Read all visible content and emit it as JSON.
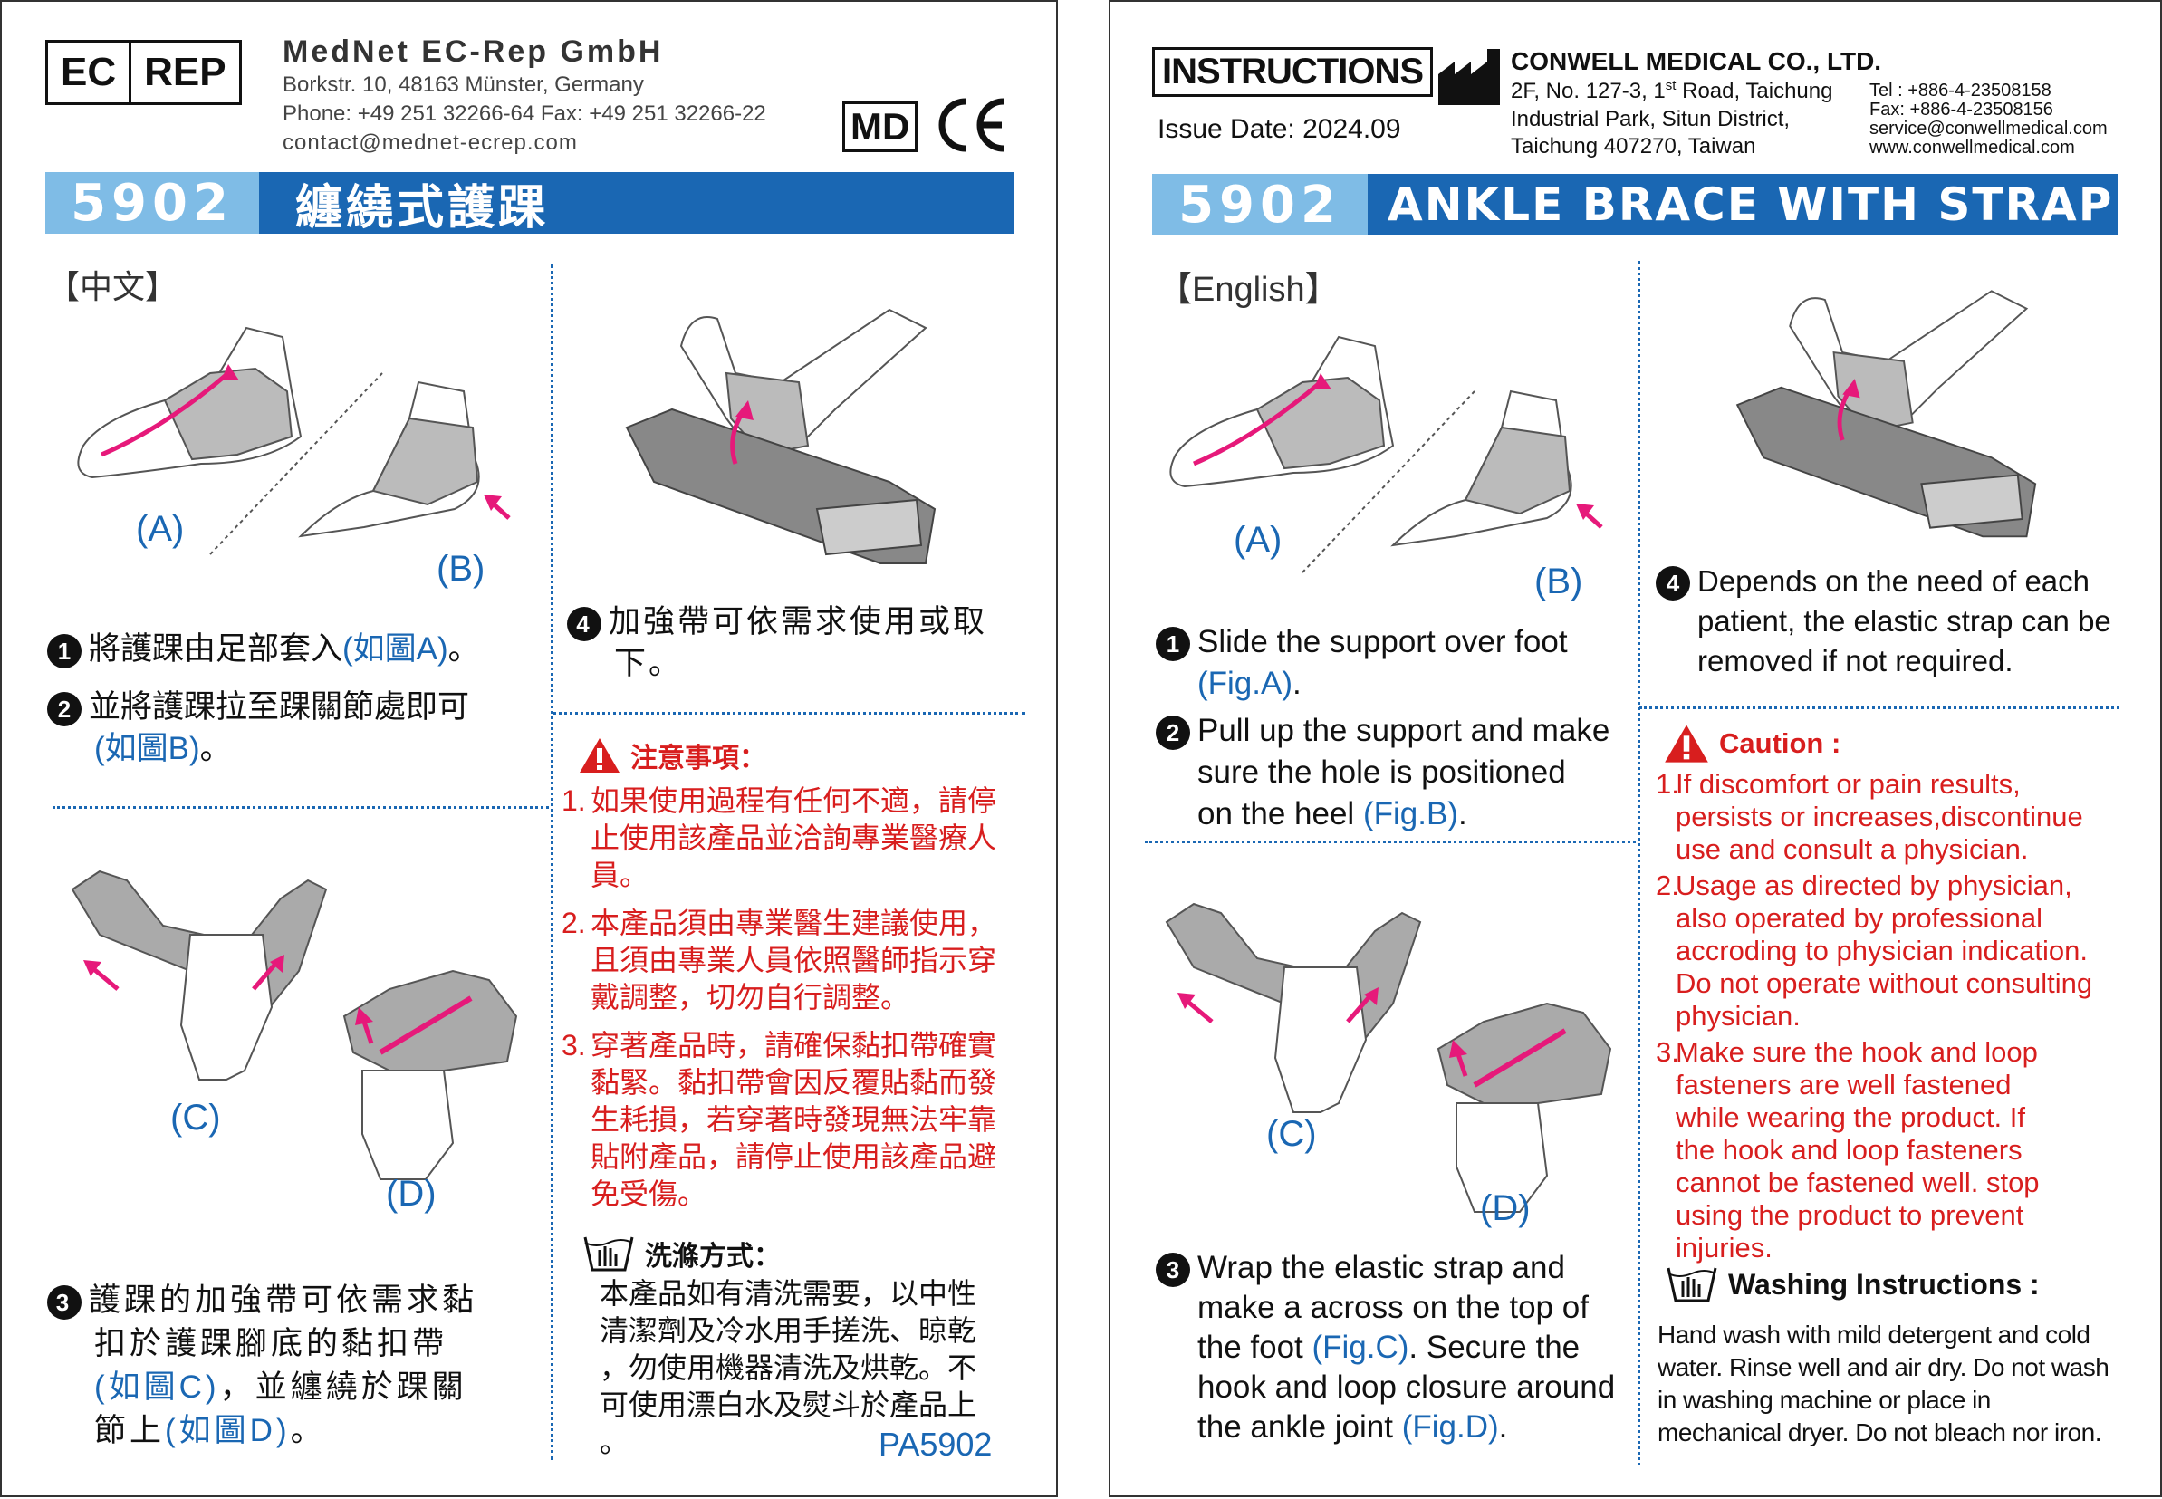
{
  "left": {
    "ec_rep": {
      "ec": "EC",
      "rep": "REP"
    },
    "rep_company": "MedNet EC-Rep GmbH",
    "rep_address": "Borkstr. 10, 48163 Münster, Germany",
    "rep_phone": "Phone: +49 251 32266-64  Fax: +49 251 32266-22",
    "rep_email": "contact@mednet-ecrep.com",
    "md_mark": "MD",
    "ce_mark": "CE",
    "banner_num": "5902",
    "banner_title": "纏繞式護踝",
    "lang_label": "【中文】",
    "fig_a": "(A)",
    "fig_b": "(B)",
    "fig_c": "(C)",
    "fig_d": "(D)",
    "step1_num": "1",
    "step1_text": "將護踝由足部套入",
    "step1_ref": "(如圖A)",
    "step1_end": "。",
    "step2_num": "2",
    "step2_text": "並將護踝拉至踝關節處即可",
    "step2_ref": "(如圖B)",
    "step2_end": "。",
    "step3_num": "3",
    "step3_text1": "護踝的加強帶可依需求黏",
    "step3_text2": "扣於護踝腳底的黏扣帶",
    "step3_ref1": "(如圖C)",
    "step3_text3": "，並纏繞於踝關",
    "step3_text4": "節上",
    "step3_ref2": "(如圖D)",
    "step3_end": "。",
    "step4_num": "4",
    "step4_text1": "加強帶可依需求使用或取",
    "step4_text2": "下。",
    "caution_title": "注意事項：",
    "caution_items": [
      {
        "n": "1.",
        "lines": [
          "如果使用過程有任何不適，請停",
          "止使用該產品並洽詢專業醫療人",
          "員。"
        ]
      },
      {
        "n": "2.",
        "lines": [
          "本產品須由專業醫生建議使用，",
          "且須由專業人員依照醫師指示穿",
          "戴調整，切勿自行調整。"
        ]
      },
      {
        "n": "3.",
        "lines": [
          "穿著產品時，請確保黏扣帶確實",
          "黏緊。黏扣帶會因反覆貼黏而發",
          "生耗損，若穿著時發現無法牢靠",
          "貼附產品，請停止使用該產品避",
          "免受傷。"
        ]
      }
    ],
    "wash_title": "洗滌方式：",
    "wash_lines": [
      "本產品如有清洗需要，以中性",
      "清潔劑及冷水用手搓洗、晾乾",
      "，勿使用機器清洗及烘乾。不",
      "可使用漂白水及熨斗於產品上",
      "。"
    ],
    "product_code": "PA5902"
  },
  "right": {
    "instructions_label": "INSTRUCTIONS",
    "issue_date": "Issue Date: 2024.09",
    "company": "CONWELL MEDICAL CO., LTD.",
    "address1_pre": "2F, No. 127-3, 1",
    "address1_sup": "st",
    "address1_post": " Road, Taichung",
    "address2": "Industrial Park, Situn District,",
    "address3": "Taichung 407270, Taiwan",
    "tel": "Tel : +886-4-23508158",
    "fax": "Fax: +886-4-23508156",
    "email": "service@conwellmedical.com",
    "website": "www.conwellmedical.com",
    "banner_num": "5902",
    "banner_title": "ANKLE BRACE WITH STRAP",
    "lang_label": "【English】",
    "fig_a": "(A)",
    "fig_b": "(B)",
    "fig_c": "(C)",
    "fig_d": "(D)",
    "step1_num": "1",
    "step1_text": "Slide the support over foot",
    "step1_ref": "(Fig.A)",
    "step1_end": ".",
    "step2_num": "2",
    "step2_text1": "Pull up the support and make",
    "step2_text2": "sure the hole is positioned",
    "step2_text3": "on the heel ",
    "step2_ref": "(Fig.B)",
    "step2_end": ".",
    "step3_num": "3",
    "step3_text1": "Wrap the elastic strap and",
    "step3_text2": "make a across on the top of",
    "step3_text3a": "the foot ",
    "step3_ref1": "(Fig.C)",
    "step3_text3b": ". Secure the",
    "step3_text4": "hook and loop closure around",
    "step3_text5": "the ankle joint ",
    "step3_ref2": "(Fig.D)",
    "step3_end": ".",
    "step4_num": "4",
    "step4_text1": "Depends on the need of each",
    "step4_text2": "patient, the elastic strap can be",
    "step4_text3": "removed if not required.",
    "caution_title": "Caution :",
    "caution_items": [
      {
        "n": "1.",
        "lines": [
          "If discomfort or pain results,",
          "persists or increases,discontinue",
          "use and consult a physician."
        ]
      },
      {
        "n": "2.",
        "lines": [
          "Usage as directed by physician,",
          "also operated by professional",
          "accroding to physician indication.",
          "Do not operate without consulting",
          "physician."
        ]
      },
      {
        "n": "3.",
        "lines": [
          "Make sure the hook and loop",
          "fasteners are well fastened",
          "while wearing the product. If",
          "the hook and loop fasteners",
          "cannot be fastened well. stop",
          "using the product to prevent",
          "injuries."
        ]
      }
    ],
    "wash_title": "Washing Instructions :",
    "wash_lines": [
      "Hand wash with mild detergent and cold",
      "water. Rinse well and air dry. Do not wash",
      "in washing machine or place in",
      "mechanical dryer. Do not bleach nor iron."
    ]
  }
}
